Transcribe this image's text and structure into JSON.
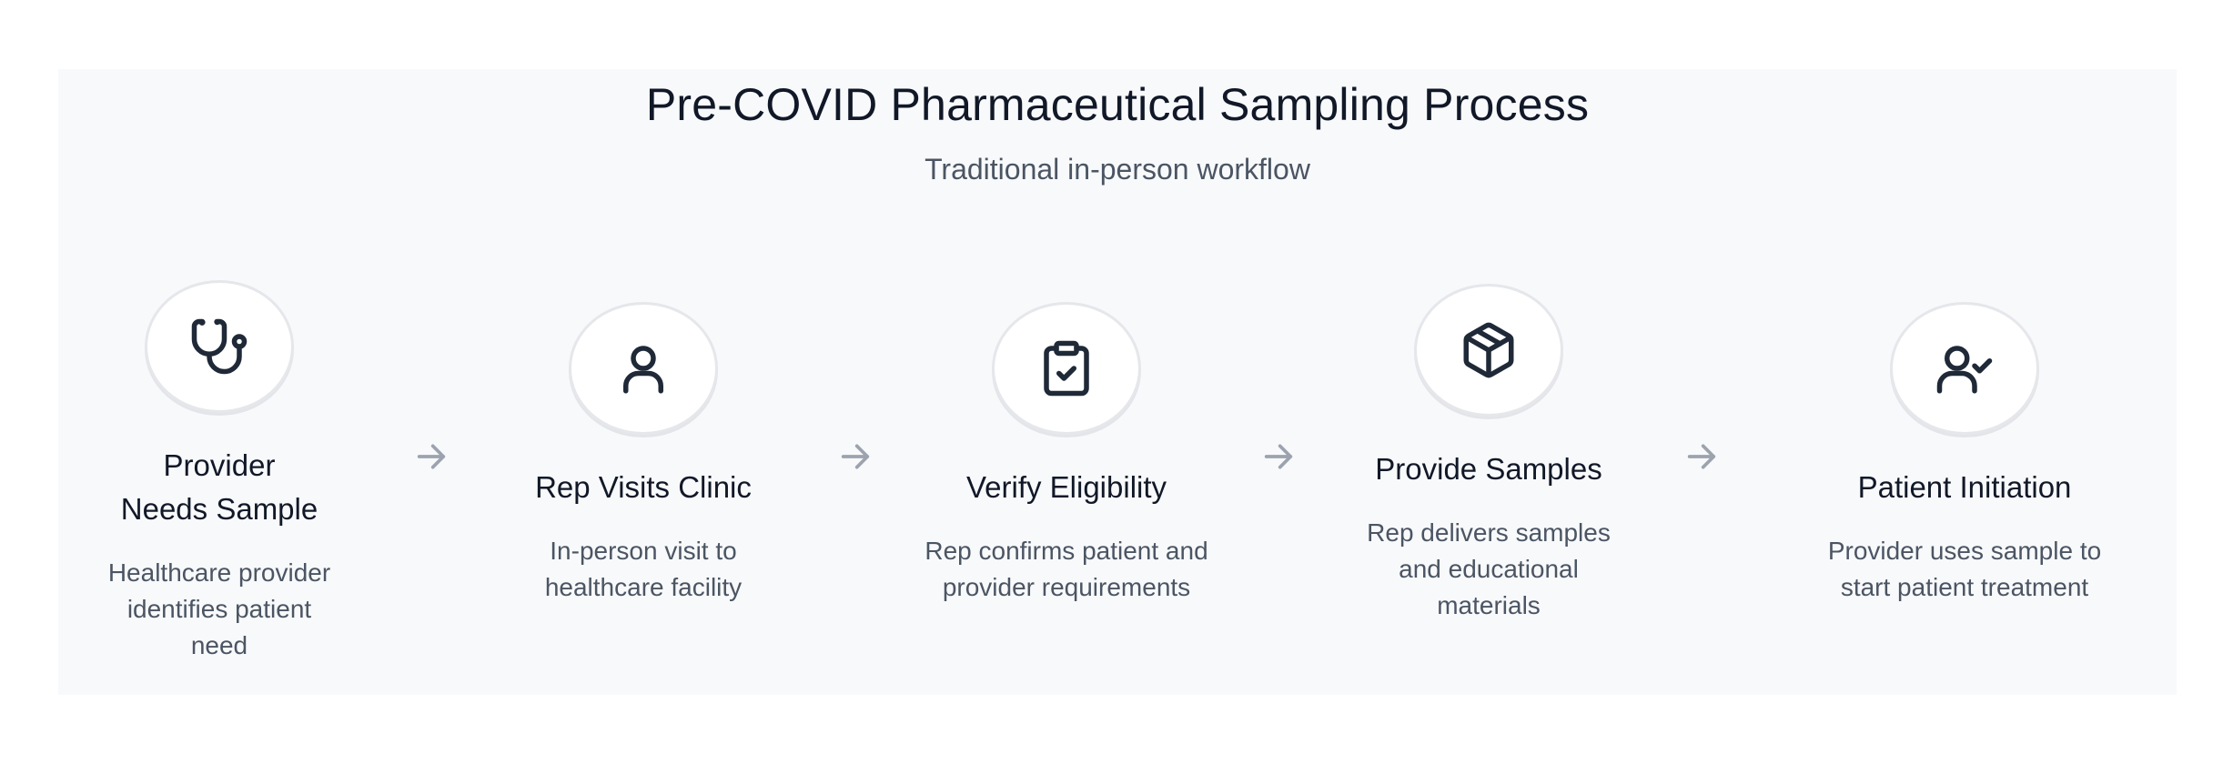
{
  "header": {
    "title": "Pre-COVID Pharmaceutical Sampling Process",
    "subtitle": "Traditional in-person workflow"
  },
  "steps": [
    {
      "icon": "stethoscope-icon",
      "title": "Provider\nNeeds Sample",
      "description": "Healthcare provider\nidentifies patient\nneed"
    },
    {
      "icon": "user-icon",
      "title": "Rep Visits Clinic",
      "description": "In-person visit to\nhealthcare facility"
    },
    {
      "icon": "clipboard-check-icon",
      "title": "Verify Eligibility",
      "description": "Rep confirms patient and\nprovider requirements"
    },
    {
      "icon": "package-icon",
      "title": "Provide Samples",
      "description": "Rep delivers samples\nand educational\nmaterials"
    },
    {
      "icon": "user-check-icon",
      "title": "Patient Initiation",
      "description": "Provider uses sample to\nstart patient treatment"
    }
  ],
  "arrow_icon": "arrow-right-icon",
  "colors": {
    "panel_background": "#f8f9fb",
    "title": "#111827",
    "text_secondary": "#4b5563",
    "icon_stroke": "#1f2937",
    "arrow": "#9ca3af"
  }
}
